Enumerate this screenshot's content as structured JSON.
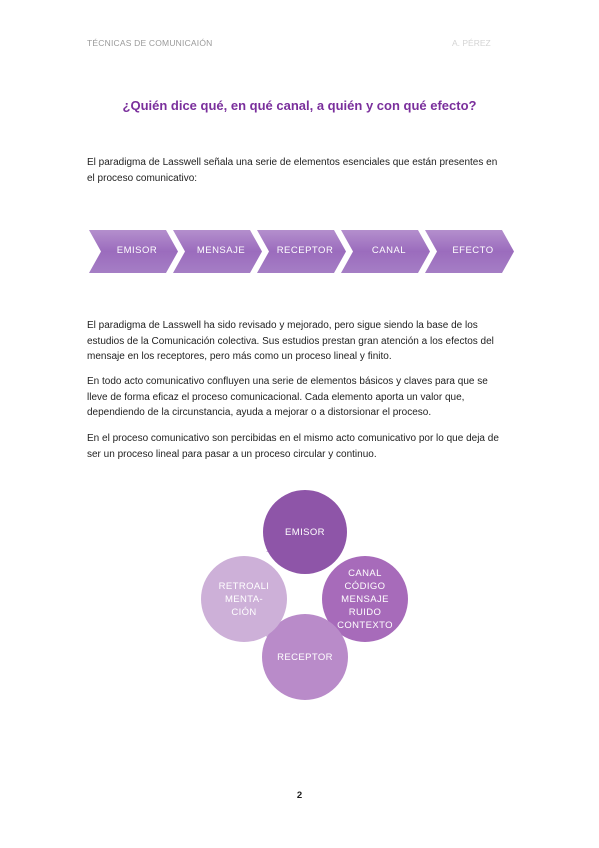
{
  "header": {
    "left": "TÉCNICAS DE COMUNICAIÓN",
    "right": "A. PÉREZ"
  },
  "title": "¿Quién dice qué, en qué canal, a quién y con qué efecto?",
  "paragraphs": [
    "El paradigma de Lasswell señala una serie de elementos esenciales que están presentes en el proceso comunicativo:",
    "El paradigma de Lasswell ha sido revisado y mejorado, pero sigue siendo la base de los estudios de la Comunicación colectiva. Sus estudios prestan gran atención a los efectos del mensaje en los receptores, pero más como un proceso lineal y finito.",
    "En todo acto comunicativo confluyen una serie de elementos básicos y claves para que se lleve de forma eficaz el proceso comunicacional. Cada elemento aporta un valor que, dependiendo de la circunstancia, ayuda a mejorar o a distorsionar el proceso.",
    " En el proceso comunicativo son percibidas en el mismo acto comunicativo por lo que deja de ser un proceso lineal para pasar a un proceso circular y continuo."
  ],
  "chevrons": [
    "EMISOR",
    "MENSAJE",
    "RECEPTOR",
    "CANAL",
    "EFECTO"
  ],
  "cycle": {
    "top": "EMISOR",
    "right": [
      "CANAL",
      "CÓDIGO",
      "MENSAJE",
      "RUIDO",
      "CONTEXTO"
    ],
    "bottom": "RECEPTOR",
    "left": [
      "RETROALI",
      "MENTA-",
      "CIÓN"
    ]
  },
  "page_number": "2",
  "colors": {
    "title": "#7a2f9c",
    "chevron": "#a275c0",
    "circle_top": "#8e55a8",
    "circle_right": "#a76bba",
    "circle_bottom": "#b98bc9",
    "circle_left": "#cdb0d8"
  }
}
